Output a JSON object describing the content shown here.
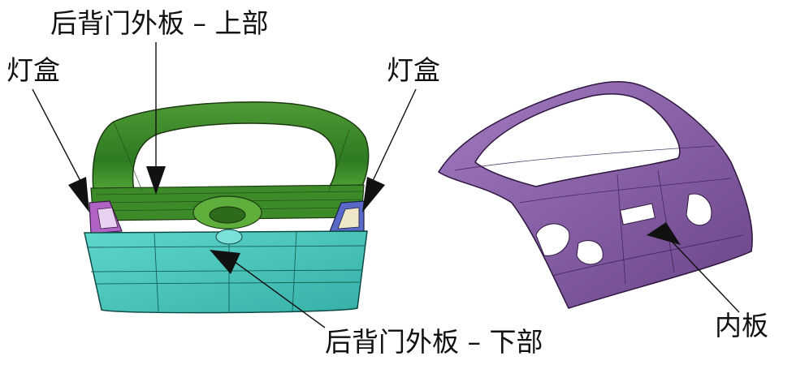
{
  "labels": {
    "upper_outer_panel": "后背门外板 – 上部",
    "lamp_box_left": "灯盒",
    "lamp_box_right": "灯盒",
    "lower_outer_panel": "后背门外板 – 下部",
    "inner_panel": "内板"
  },
  "colors": {
    "upper_panel": "#3f8a2b",
    "lower_panel": "#46c6bb",
    "inner_panel": "#8a5aa8",
    "lamp_left": "#b063c4",
    "lamp_right": "#5a68c8"
  }
}
